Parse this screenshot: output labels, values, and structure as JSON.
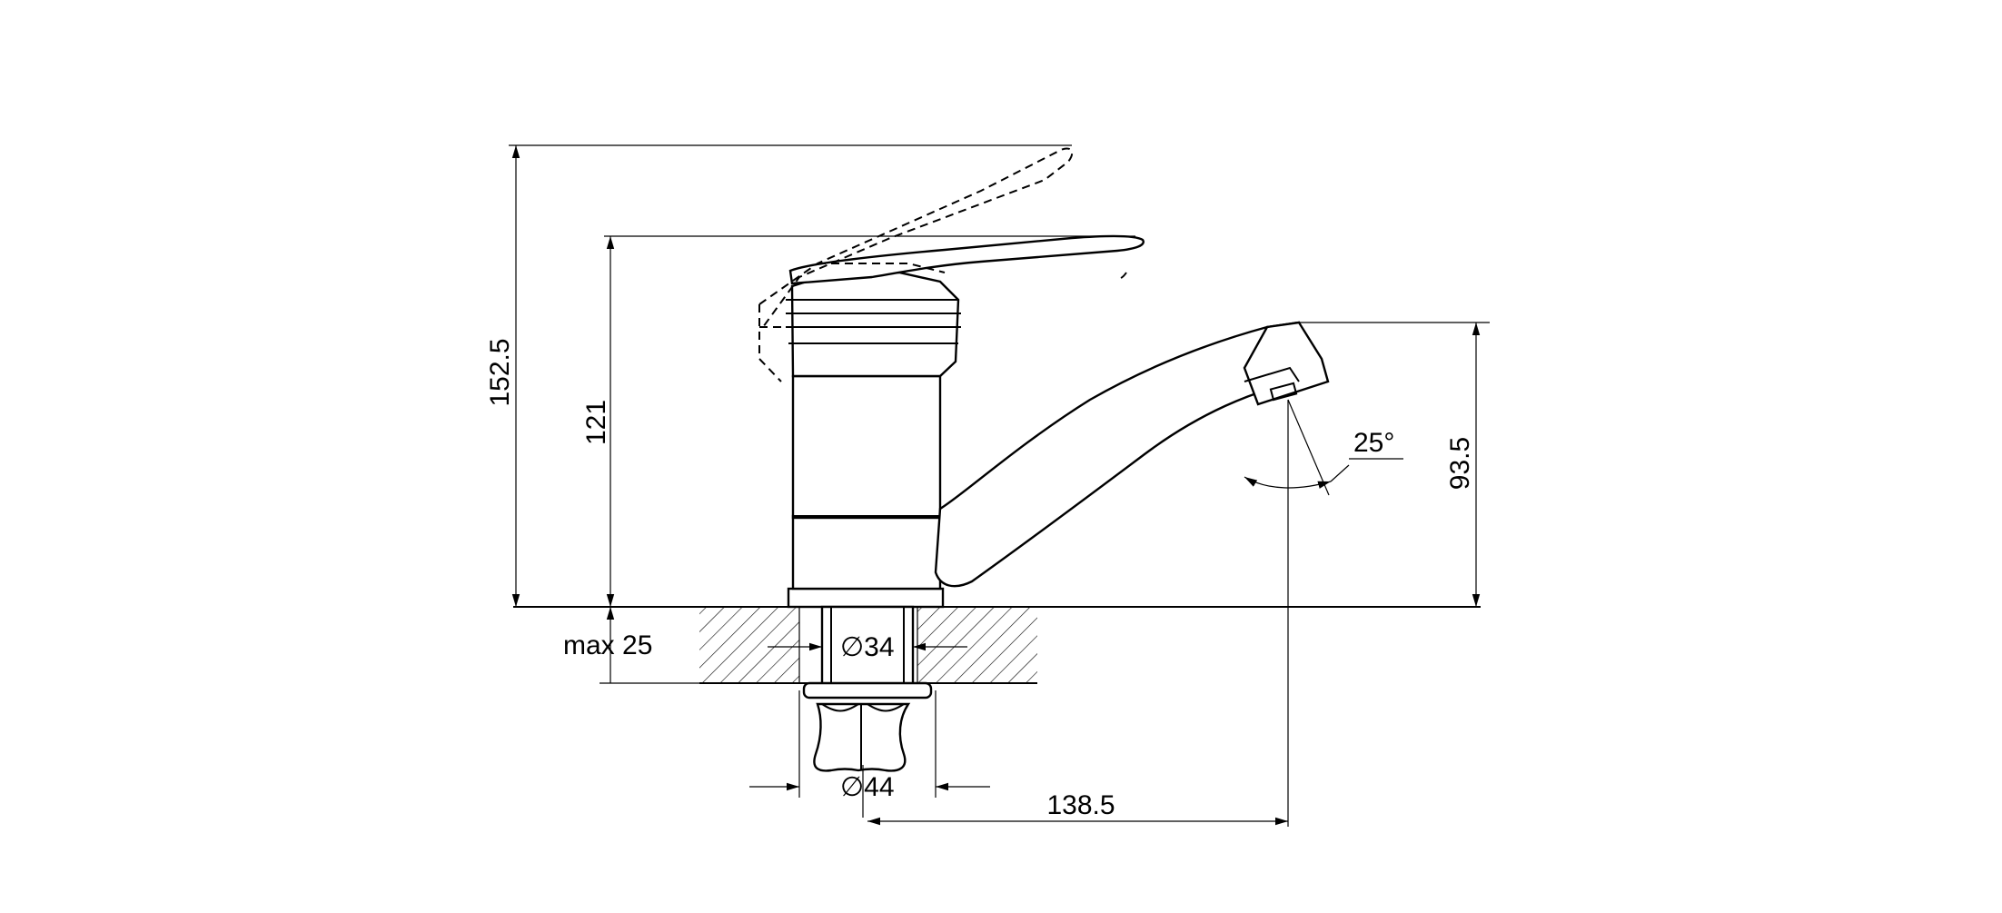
{
  "dimensions": {
    "overall_height": "152.5",
    "body_height": "121",
    "spout_height": "93.5",
    "max_counter_thickness": "max 25",
    "mount_diameter": "∅34",
    "nut_diameter": "∅44",
    "spout_reach": "138.5",
    "spout_angle": "25°"
  }
}
